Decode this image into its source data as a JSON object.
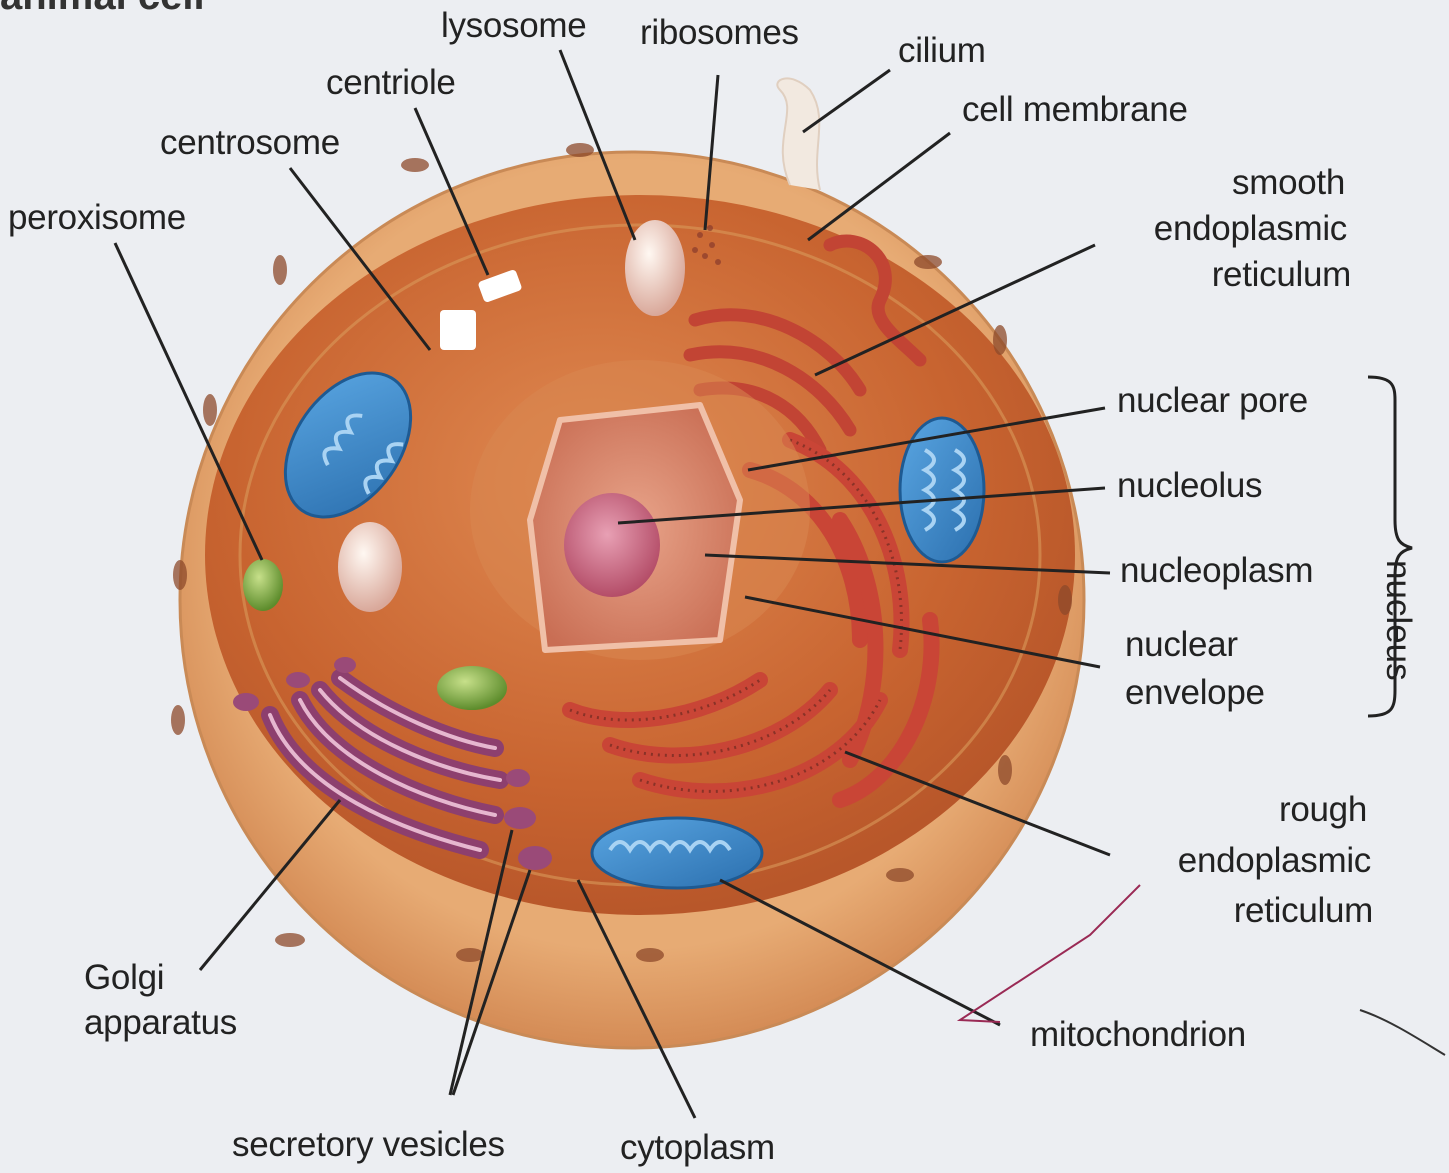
{
  "title_fragment": "animal cell",
  "labels": {
    "lysosome": "lysosome",
    "ribosomes": "ribosomes",
    "cilium": "cilium",
    "centriole": "centriole",
    "cell_membrane": "cell membrane",
    "centrosome": "centrosome",
    "peroxisome": "peroxisome",
    "smooth_er_1": "smooth",
    "smooth_er_2": "endoplasmic",
    "smooth_er_3": "reticulum",
    "nuclear_pore": "nuclear pore",
    "nucleolus": "nucleolus",
    "nucleoplasm": "nucleoplasm",
    "nuclear_envelope_1": "nuclear",
    "nuclear_envelope_2": "envelope",
    "nucleus": "nucleus",
    "rough_er_1": "rough",
    "rough_er_2": "endoplasmic",
    "rough_er_3": "reticulum",
    "golgi_1": "Golgi",
    "golgi_2": "apparatus",
    "mitochondrion": "mitochondrion",
    "secretory_vesicles": "secretory vesicles",
    "cytoplasm": "cytoplasm"
  },
  "colors": {
    "membrane": "#e0a56d",
    "cytoplasm": "#c8622e",
    "nucleus": "#d98a6e",
    "nucleolus": "#c25a70",
    "mitochondrion": "#3a86c8",
    "golgi": "#8d3f6e",
    "er": "#c94536",
    "peroxisome": "#6f9e3a"
  }
}
